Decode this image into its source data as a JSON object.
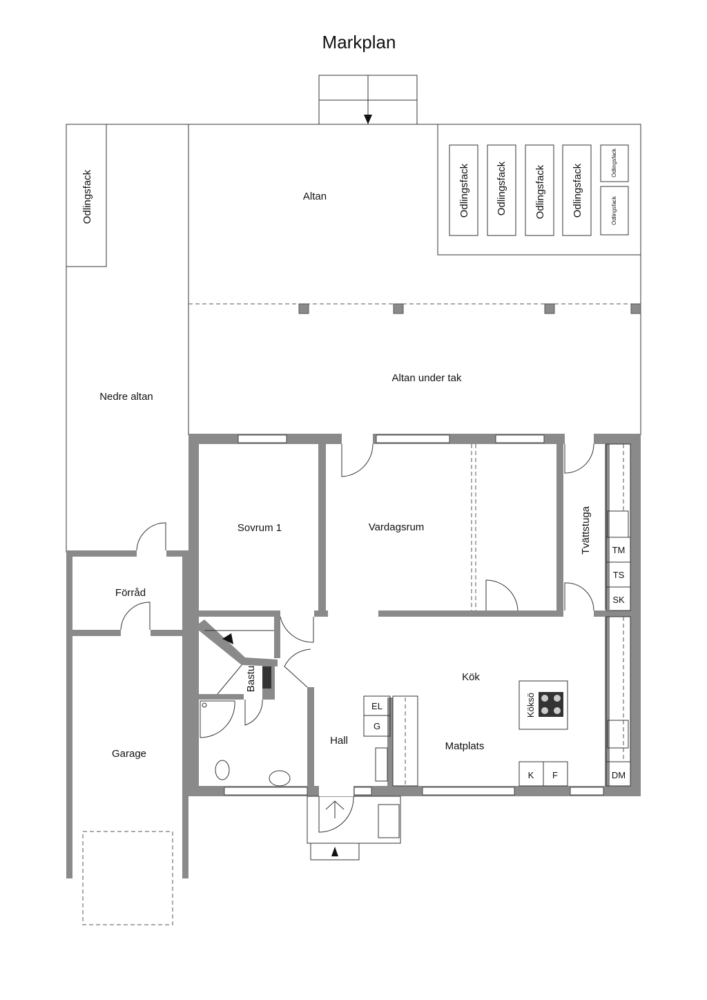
{
  "title": "Markplan",
  "rooms": {
    "altan": "Altan",
    "altan_under_tak": "Altan under tak",
    "nedre_altan": "Nedre altan",
    "sovrum": "Sovrum 1",
    "vardagsrum": "Vardagsrum",
    "tvattstuga": "Tvättstuga",
    "forrad": "Förråd",
    "kok": "Kök",
    "bastu": "Bastu",
    "hall": "Hall",
    "matplats": "Matplats",
    "garage": "Garage"
  },
  "planters": {
    "left": "Odlingsfack",
    "large": [
      "Odlingsfack",
      "Odlingsfack",
      "Odlingsfack",
      "Odlingsfack"
    ],
    "small": [
      "Odlingsfack",
      "Odlingsfack"
    ]
  },
  "fixtures": {
    "el": "EL",
    "g": "G",
    "tm": "TM",
    "ts": "TS",
    "sk": "SK",
    "dm": "DM",
    "k": "K",
    "f": "F",
    "koksoe": "Köksö"
  }
}
